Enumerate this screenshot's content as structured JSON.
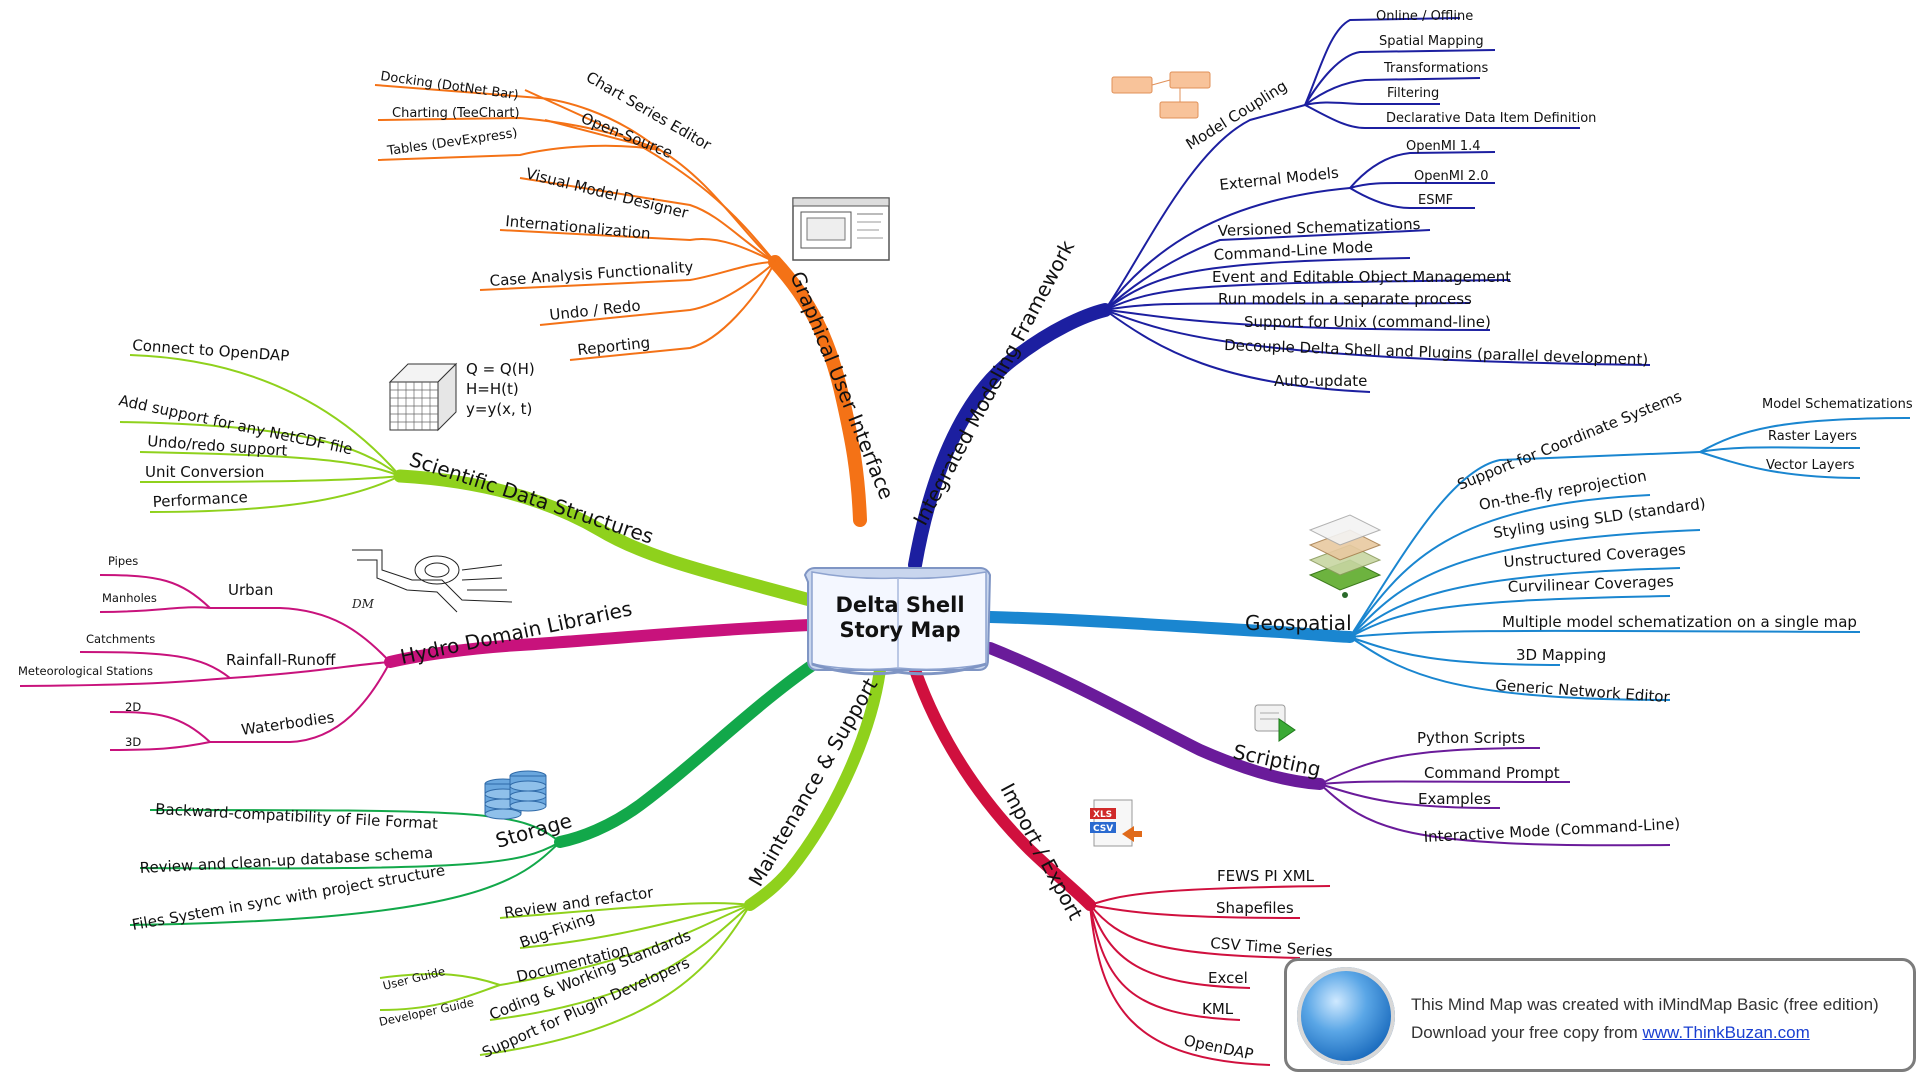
{
  "center": {
    "line1": "Delta Shell",
    "line2": "Story Map"
  },
  "branches": {
    "gui": {
      "label": "Graphical User Interface",
      "items": [
        "Chart Series Editor",
        "Open-Source",
        "Visual Model Designer",
        "Internationalization",
        "Case Analysis Functionality",
        "Undo / Redo",
        "Reporting"
      ],
      "opensource": [
        "Docking (DotNet Bar)",
        "Charting (TeeChart)",
        "Tables (DevExpress)"
      ]
    },
    "sci": {
      "label": "Scientific Data Structures",
      "items": [
        "Connect to OpenDAP",
        "Add support for any NetCDF file",
        "Undo/redo support",
        "Unit Conversion",
        "Performance"
      ],
      "formula": [
        "Q = Q(H)",
        "H=H(t)",
        "y=y(x, t)"
      ]
    },
    "hydro": {
      "label": "Hydro Domain Libraries",
      "urban": "Urban",
      "urban_items": [
        "Pipes",
        "Manholes"
      ],
      "rr": "Rainfall-Runoff",
      "rr_items": [
        "Catchments",
        "Meteorological Stations"
      ],
      "wb": "Waterbodies",
      "wb_items": [
        "2D",
        "3D"
      ]
    },
    "storage": {
      "label": "Storage",
      "items": [
        "Backward-compatibility of File Format",
        "Review and clean-up database schema",
        "Files System in sync with project structure"
      ]
    },
    "maint": {
      "label": "Maintenance & Support",
      "items": [
        "Review and refactor",
        "Bug-Fixing",
        "Documentation",
        "Coding & Working Standards",
        "Support for Plugin Developers"
      ],
      "doc_items": [
        "User Guide",
        "Developer Guide"
      ]
    },
    "imf": {
      "label": "Integrated Modeling Framework",
      "coupling": "Model Coupling",
      "coupling_items": [
        "Online / Offline",
        "Spatial Mapping",
        "Transformations",
        "Filtering",
        "Declarative Data Item Definition"
      ],
      "external": "External Models",
      "external_items": [
        "OpenMI 1.4",
        "OpenMI 2.0",
        "ESMF"
      ],
      "items": [
        "Versioned Schematizations",
        "Command-Line Mode",
        "Event and Editable Object Management",
        "Run models in a separate process",
        "Support for Unix (command-line)",
        "Decouple Delta Shell and Plugins (parallel development)",
        "Auto-update"
      ]
    },
    "geo": {
      "label": "Geospatial",
      "crs": "Support for Coordinate Systems",
      "crs_items": [
        "Model Schematizations",
        "Raster Layers",
        "Vector Layers"
      ],
      "items": [
        "On-the-fly reprojection",
        "Styling using SLD (standard)",
        "Unstructured Coverages",
        "Curvilinear Coverages",
        "Multiple model schematization on a single map",
        "3D Mapping",
        "Generic Network Editor"
      ]
    },
    "script": {
      "label": "Scripting",
      "items": [
        "Python Scripts",
        "Command Prompt",
        "Examples",
        "Interactive Mode (Command-Line)"
      ]
    },
    "io": {
      "label": "Import / Export",
      "items": [
        "FEWS PI XML",
        "Shapefiles",
        "CSV Time Series",
        "Excel",
        "KML",
        "OpenDAP"
      ],
      "icon_text": [
        "XLS",
        "CSV"
      ]
    }
  },
  "banner": {
    "line1": "This Mind Map was created with iMindMap Basic (free edition)",
    "line2_prefix": "Download your free copy from ",
    "link": "www.ThinkBuzan.com"
  },
  "colors": {
    "gui": "#f47216",
    "sci": "#8fd11c",
    "hydro": "#c8127c",
    "storage": "#12a84a",
    "maint": "#8fd11c",
    "imf": "#1c1fa0",
    "geo": "#1a86d0",
    "script": "#6a1b9a",
    "io": "#d0103e"
  }
}
